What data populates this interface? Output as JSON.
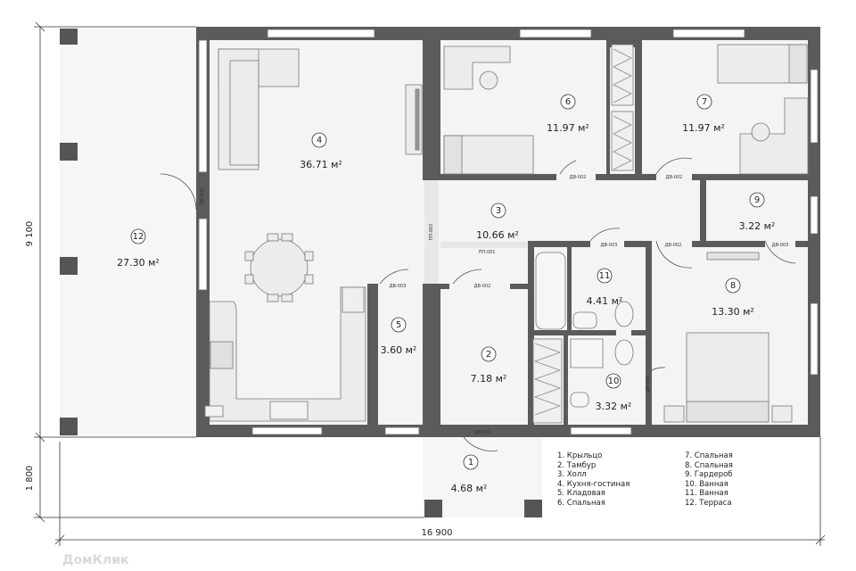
{
  "rooms": [
    {
      "num": "1",
      "area": "4.68 м²"
    },
    {
      "num": "2",
      "area": "7.18 м²"
    },
    {
      "num": "3",
      "area": "10.66 м²"
    },
    {
      "num": "4",
      "area": "36.71 м²"
    },
    {
      "num": "5",
      "area": "3.60 м²"
    },
    {
      "num": "6",
      "area": "11.97 м²"
    },
    {
      "num": "7",
      "area": "11.97 м²"
    },
    {
      "num": "8",
      "area": "13.30 м²"
    },
    {
      "num": "9",
      "area": "3.22 м²"
    },
    {
      "num": "10",
      "area": "3.32 м²"
    },
    {
      "num": "11",
      "area": "4.41 м²"
    },
    {
      "num": "12",
      "area": "27.30 м²"
    }
  ],
  "legend": [
    "1. Крыльцо",
    "2. Тамбур",
    "3. Холл",
    "4. Кухня-гостиная",
    "5. Кладовая",
    "6. Спальная",
    "7. Спальная",
    "8. Спальная",
    "9. Гардероб",
    "10. Ванная",
    "11. Ванная",
    "12. Терраса"
  ],
  "doors": {
    "dv001_top": "ДВ-001",
    "dv001_left": "ДВ-001",
    "dv002_room6": "ДВ-002",
    "dv002_room7": "ДВ-002",
    "dv002_room2": "ДВ-002",
    "dv002_room8": "ДВ-002",
    "dv003_room5": "ДВ-003",
    "dv003_room11": "ДВ-003",
    "dv003_room9": "ДВ-003",
    "dv003_room10": "ДВ-003",
    "pp001": "ПП-001",
    "pp002": "ПП-002"
  },
  "dimensions": {
    "total_width": "16 900",
    "total_height": "9 100",
    "porch_depth": "1 800"
  },
  "watermark": "ДомКлик",
  "colors": {
    "wall": "#5b5b5b",
    "floor": "#f4f4f4",
    "terrace": "#f5f5f5",
    "line": "#333333"
  }
}
